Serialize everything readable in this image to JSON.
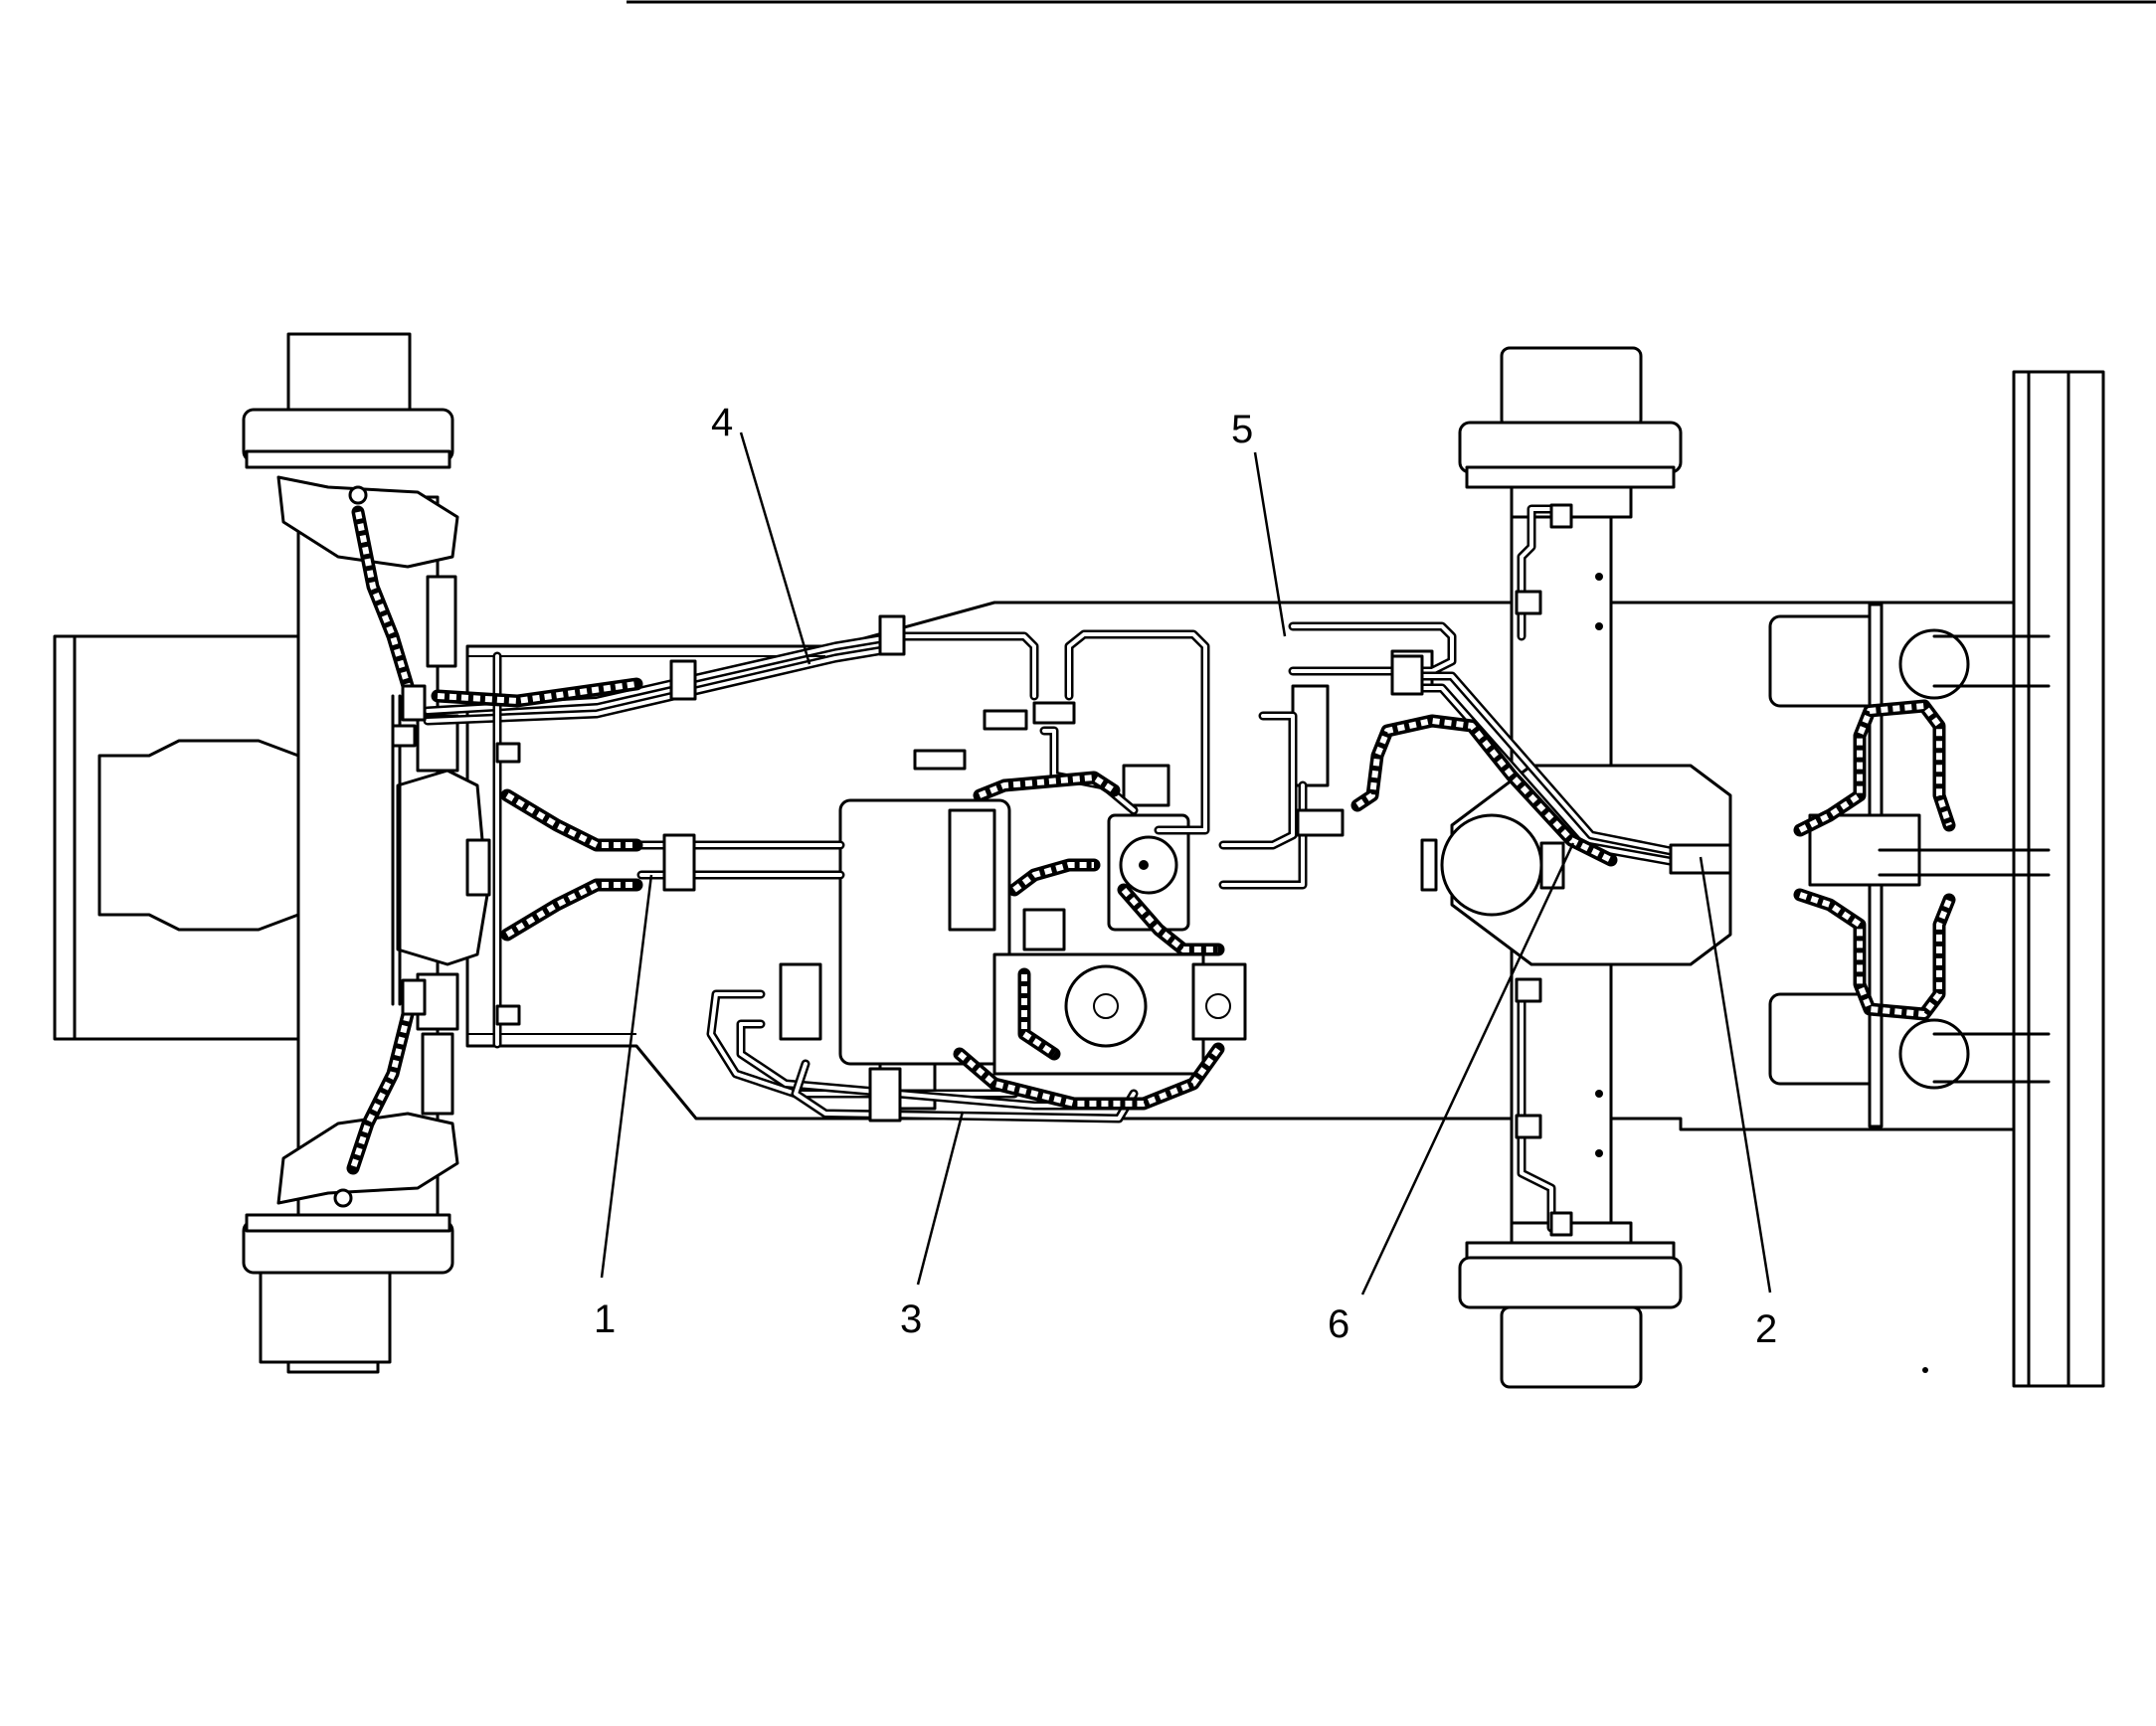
{
  "callouts": [
    {
      "id": "c1",
      "label": "1"
    },
    {
      "id": "c2",
      "label": "2"
    },
    {
      "id": "c3",
      "label": "3"
    },
    {
      "id": "c4",
      "label": "4"
    },
    {
      "id": "c5",
      "label": "5"
    },
    {
      "id": "c6",
      "label": "6"
    }
  ],
  "colors": {
    "ink": "#000000",
    "paper": "#ffffff"
  }
}
